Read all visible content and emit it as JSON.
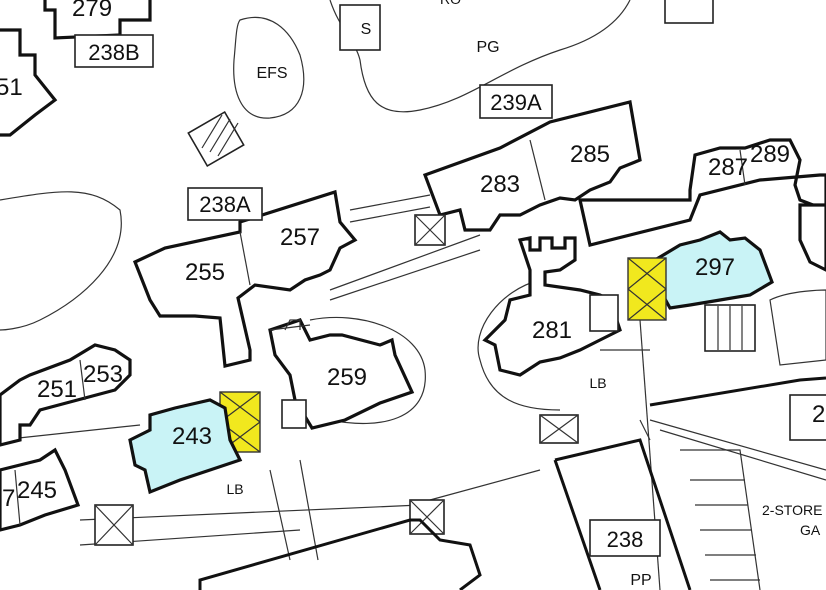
{
  "blocks": {
    "b238b": "238B",
    "b238a": "238A",
    "b239a": "239A",
    "b238": "238"
  },
  "units": {
    "u279": "279",
    "u251top": "51",
    "u255": "255",
    "u257": "257",
    "u283": "283",
    "u285": "285",
    "u287": "287",
    "u289": "289",
    "u297": "297",
    "u281": "281",
    "u251": "251",
    "u253": "253",
    "u259": "259",
    "u243": "243",
    "u245": "245",
    "u247": "7",
    "u2right": "2"
  },
  "facilities": {
    "efs": "EFS",
    "s": "S",
    "pg": "PG",
    "lb1": "LB",
    "lb2": "LB",
    "pp": "PP",
    "carpark1": "2-STORE",
    "carpark2": "GA",
    "rd": "RO"
  },
  "colors": {
    "highlight_building": "#c9f3f6",
    "lift_lobby": "#f1e81e",
    "outline": "#111111"
  }
}
